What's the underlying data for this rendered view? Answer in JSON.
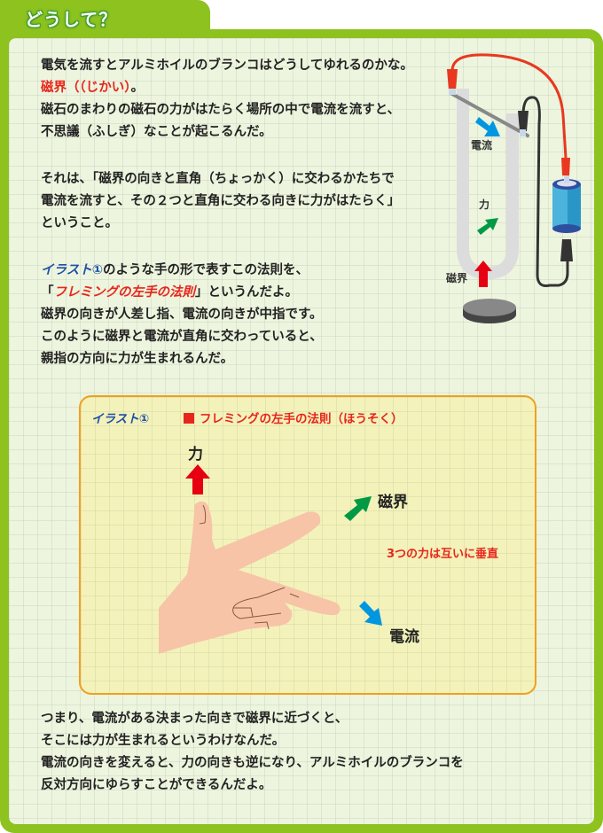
{
  "header": {
    "title": "どうして？"
  },
  "intro": {
    "line1": "電気を流すとアルミホイルのブランコはどうしてゆれるのかな。",
    "line2_red": "磁界（（じかい）",
    "line2_rest": "。",
    "line3": "磁石のまわりの磁石の力がはたらく場所の中で電流を流すと、",
    "line4": "不思議（ふしぎ）なことが起こるんだ。"
  },
  "explanation": {
    "line1": "それは、「磁界の向きと直角（ちょっかく）に交わるかたちで",
    "line2": "電流を流すと、その２つと直角に交わる向きに力がはたらく」",
    "line3": "ということ。"
  },
  "rule": {
    "line1_blue": "イラスト①",
    "line1_rest": "のような手の形で表すこの法則を、",
    "line2_open": "「",
    "line2_red": "フレミングの左手の法則",
    "line2_rest": "」というんだよ。",
    "line3": "磁界の向きが人差し指、電流の向きが中指です。",
    "line4": "このように磁界と電流が直角に交わっていると、",
    "line5": "親指の方向に力が生まれるんだ。"
  },
  "apparatus": {
    "current_label": "電流",
    "force_label": "力",
    "field_label": "磁界"
  },
  "illustration": {
    "label": "イラスト①",
    "title": "フレミングの左手の法則（ほうそく）",
    "force_label": "力",
    "field_label": "磁界",
    "current_label": "電流",
    "note": "3つの力は互いに垂直",
    "colors": {
      "force": "#e60012",
      "field": "#009944",
      "current": "#0096e0",
      "hand": "#f7c4a8"
    }
  },
  "conclusion": {
    "line1": "つまり、電流がある決まった向きで磁界に近づくと、",
    "line2": "そこには力が生まれるというわけなんだ。",
    "line3": "電流の向きを変えると、力の向きも逆になり、アルミホイルのブランコを",
    "line4": "反対方向にゆらすことができるんだよ。"
  },
  "theme": {
    "frame": "#8dc21f",
    "panel": "#edf5de",
    "box_bg": "#f3f2ba",
    "box_border": "#f0a01e"
  }
}
